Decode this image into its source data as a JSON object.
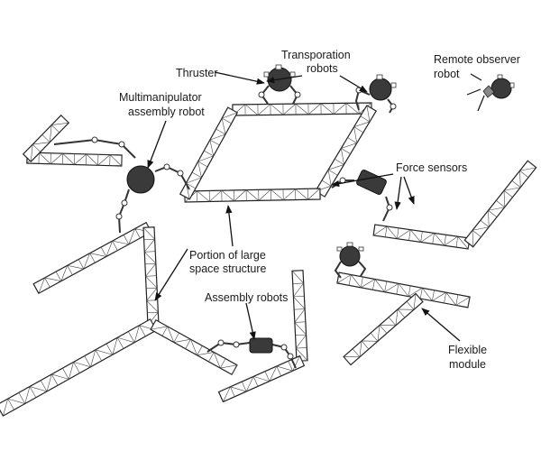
{
  "labels": {
    "thruster": "Thruster",
    "transportation_line1": "Transporation",
    "transportation_line2": "robots",
    "remote_line1": "Remote observer",
    "remote_line2": "robot",
    "multi_line1": "Multimanipulator",
    "multi_line2": "assembly robot",
    "force": "Force sensors",
    "portion_line1": "Portion of large",
    "portion_line2": "space structure",
    "assembly": "Assembly robots",
    "flexible_line1": "Flexible",
    "flexible_line2": "module"
  }
}
